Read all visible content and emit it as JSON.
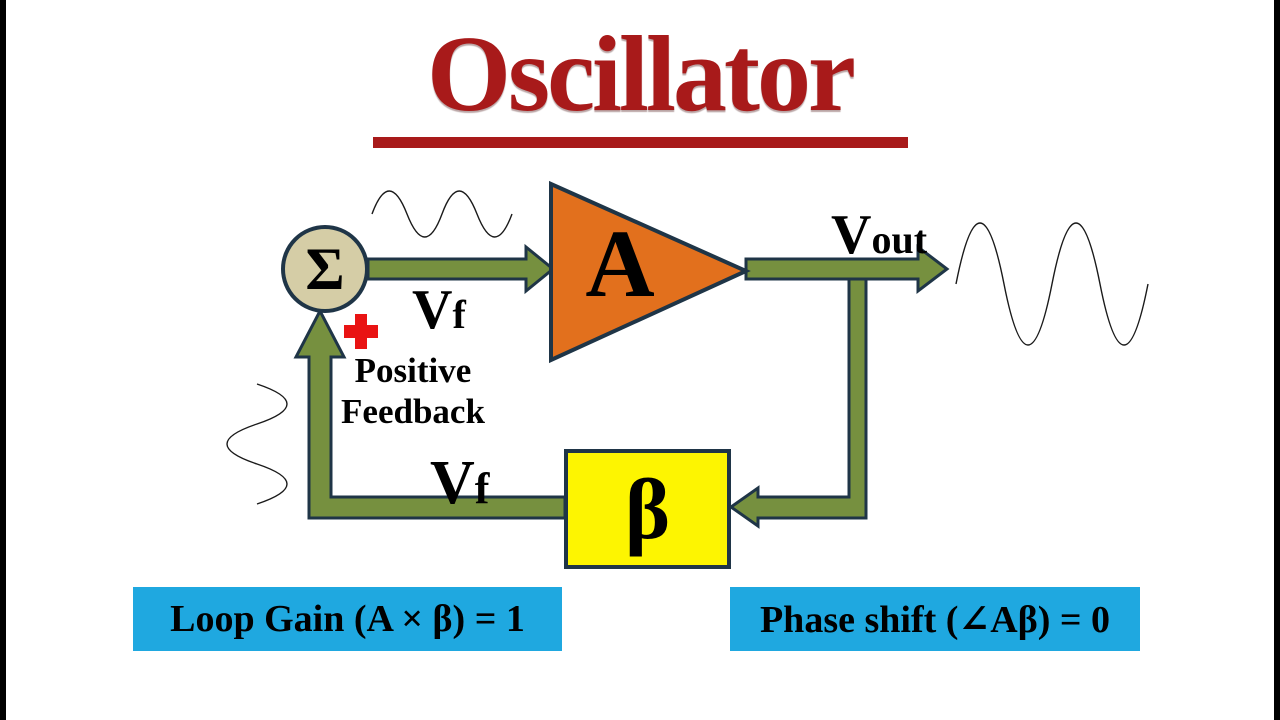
{
  "title": {
    "text": "Oscillator"
  },
  "blocks": {
    "summing_junction": "Σ",
    "amplifier": "A",
    "feedback_network": "β"
  },
  "labels": {
    "feedforward_signal": {
      "main": "V",
      "sub": "f"
    },
    "output_signal": {
      "main": "V",
      "sub": "out"
    },
    "feedback_signal": {
      "main": "V",
      "sub": "f"
    },
    "feedback_type_line1": "Positive",
    "feedback_type_line2": "Feedback",
    "plus_sign": "+"
  },
  "equations": {
    "loop_gain": "Loop Gain (A × β) = 1",
    "phase_shift": "Phase shift (∠Aβ) = 0"
  },
  "colors": {
    "title_red": "#a81a1a",
    "outline_dark": "#1f3547",
    "arrow_olive": "#76903f",
    "sum_fill": "#d5cda6",
    "amp_orange": "#e2701d",
    "beta_yellow": "#fdf501",
    "equation_cyan": "#1fa8e0",
    "plus_red": "#e91313"
  }
}
